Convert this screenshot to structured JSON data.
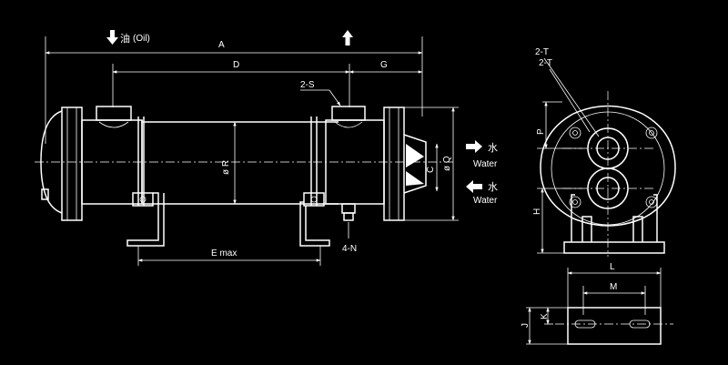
{
  "labels": {
    "oil_char": "油",
    "oil_en": "(Oil)",
    "dim_a": "A",
    "dim_d": "D",
    "dim_g": "G",
    "dim_2s": "2-S",
    "dim_r": "ø R",
    "dim_q": "ø Q",
    "dim_c": "C",
    "water_char": "水",
    "water_en": "Water",
    "dim_emax": "E max",
    "dim_4n": "4-N",
    "dim_2t": "2-T",
    "dim_p": "P",
    "dim_h": "H",
    "dim_l": "L",
    "dim_m": "M",
    "dim_j": "J",
    "dim_k": "K"
  },
  "colors": {
    "background": "#000000",
    "line": "#ffffff"
  }
}
